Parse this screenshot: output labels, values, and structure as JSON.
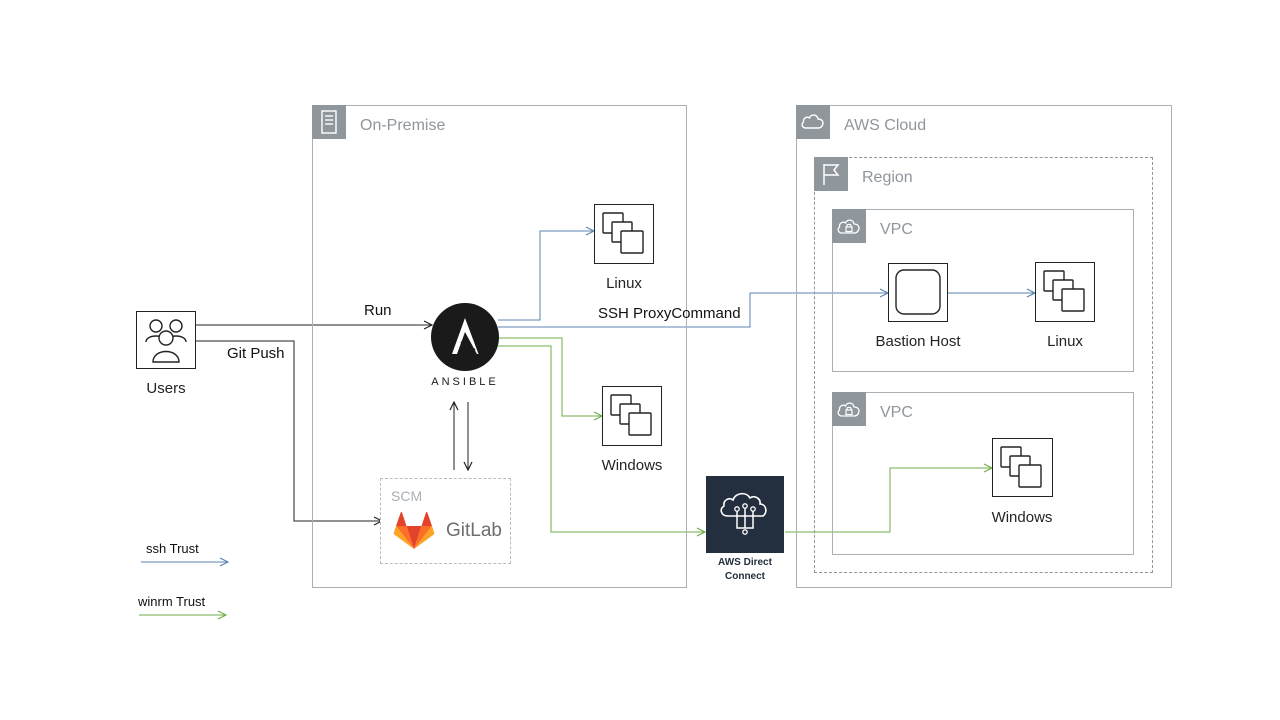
{
  "groups": {
    "on_premise": "On-Premise",
    "aws_cloud": "AWS Cloud",
    "region": "Region",
    "vpc_top": "VPC",
    "vpc_bottom": "VPC",
    "scm": "SCM"
  },
  "nodes": {
    "users": "Users",
    "ansible": "ANSIBLE",
    "gitlab": "GitLab",
    "linux_onprem": "Linux",
    "windows_onprem": "Windows",
    "bastion": "Bastion Host",
    "linux_aws": "Linux",
    "windows_aws": "Windows",
    "direct_connect_line1": "AWS Direct",
    "direct_connect_line2": "Connect"
  },
  "edges": {
    "run": "Run",
    "git_push": "Git Push",
    "ssh_proxy": "SSH  ProxyCommand"
  },
  "legend": {
    "ssh": "ssh  Trust",
    "winrm": "winrm  Trust"
  },
  "colors": {
    "ssh": "#5b84b1",
    "winrm": "#70ad47",
    "neutral": "#232323",
    "group_gray": "#8f969c",
    "direct_connect_bg": "#232f3e",
    "gitlab_orange": "#e24329"
  }
}
